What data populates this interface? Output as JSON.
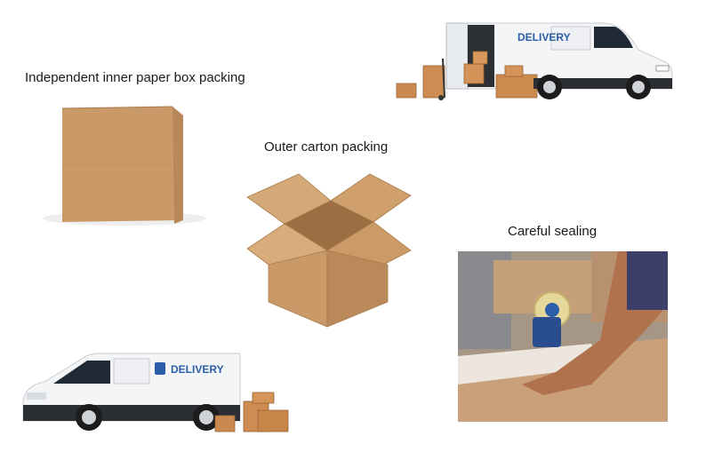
{
  "captions": {
    "inner_box": "Independent inner paper box packing",
    "outer_carton": "Outer carton packing",
    "sealing": "Careful sealing"
  },
  "vans": {
    "top_label": "DELIVERY",
    "bottom_label": "DELIVERY"
  },
  "colors": {
    "cardboard": "#c99a68",
    "van_body": "#f4f5f7",
    "delivery_blue": "#2a5ea8"
  }
}
